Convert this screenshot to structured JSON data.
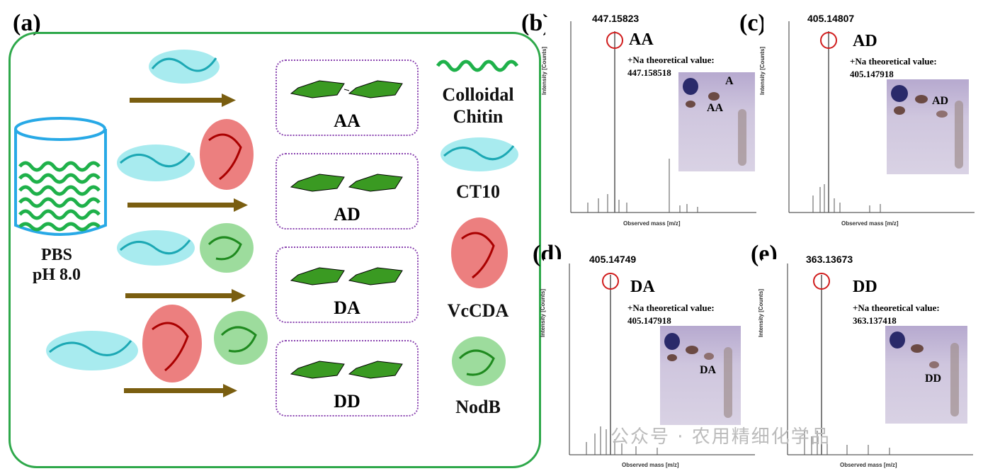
{
  "panel_a": {
    "letter": "(a)",
    "buffer_line1": "PBS",
    "buffer_line2": "pH 8.0",
    "molecules": [
      "AA",
      "AD",
      "DA",
      "DD"
    ],
    "legend": {
      "substrate_line1": "Colloidal",
      "substrate_line2": "Chitin",
      "enzymes": [
        "CT10",
        "VcCDA",
        "NodB"
      ]
    },
    "colors": {
      "frame": "#2ea84a",
      "chitin": "#1fb14a",
      "ct10": "#3fd3dc",
      "vccda": "#e02a2a",
      "nodb": "#4cc04c",
      "arrow": "#7a5e10",
      "beaker": "#28a9e6"
    }
  },
  "ms_panels": [
    {
      "letter": "(b)",
      "peak": "447.15823",
      "product": "AA",
      "theo_label": "+Na theoretical value:",
      "theo_value": "447.158518",
      "tlc_labels": [
        "A",
        "AA"
      ],
      "y_axis": "Intensity [Counts]",
      "x_axis": "Observed mass [m/z]"
    },
    {
      "letter": "(c)",
      "peak": "405.14807",
      "product": "AD",
      "theo_label": "+Na theoretical value:",
      "theo_value": "405.147918",
      "tlc_labels": [
        "AD"
      ],
      "y_axis": "Intensity [Counts]",
      "x_axis": "Observed mass [m/z]"
    },
    {
      "letter": "(d)",
      "peak": "405.14749",
      "product": "DA",
      "theo_label": "+Na theoretical value:",
      "theo_value": "405.147918",
      "tlc_labels": [
        "DA"
      ],
      "y_axis": "Intensity [Counts]",
      "x_axis": "Observed mass [m/z]"
    },
    {
      "letter": "(e)",
      "peak": "363.13673",
      "product": "DD",
      "theo_label": "+Na theoretical value:",
      "theo_value": "363.137418",
      "tlc_labels": [
        "DD"
      ],
      "y_axis": "Intensity [Counts]",
      "x_axis": "Observed mass [m/z]"
    }
  ],
  "watermark": "公众号 · 农用精细化学品"
}
